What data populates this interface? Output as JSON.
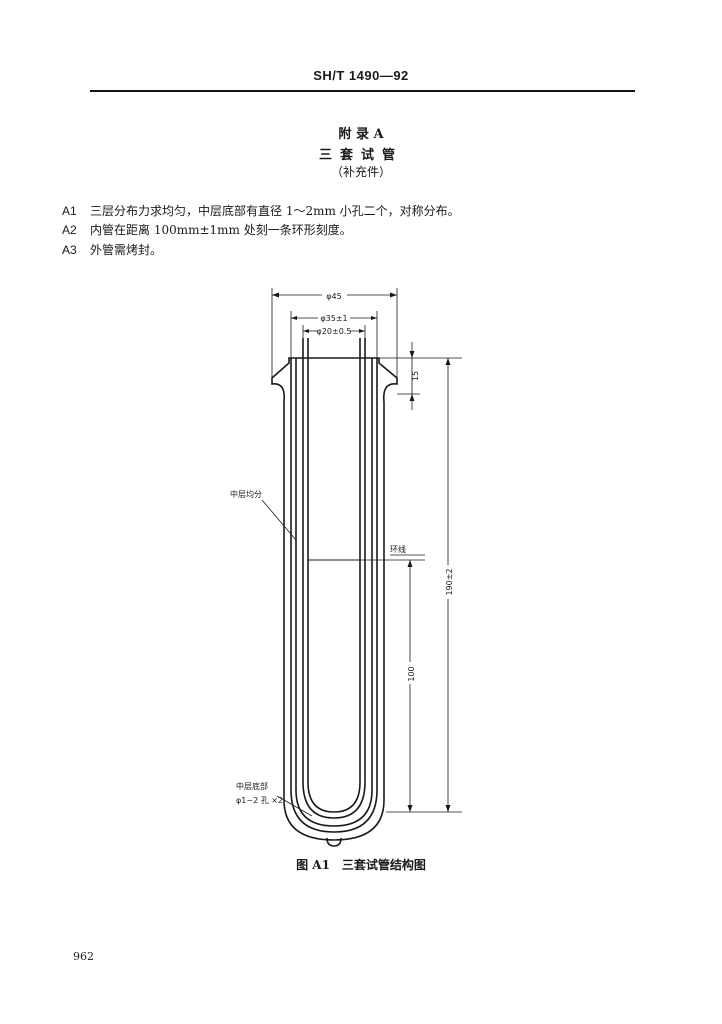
{
  "header": {
    "standard_code": "SH/T 1490—92"
  },
  "appendix": {
    "title": "附 录 A",
    "subtitle": "三套试管",
    "note": "（补充件）"
  },
  "clauses": [
    {
      "num": "A1",
      "text": "三层分布力求均匀，中层底部有直径 1～2mm 小孔二个，对称分布。"
    },
    {
      "num": "A2",
      "text": "内管在距离 100mm±1mm 处刻一条环形刻度。"
    },
    {
      "num": "A3",
      "text": "外管需烤封。"
    }
  ],
  "figure": {
    "dim_outer_diameter": "φ45",
    "dim_middle_diameter": "φ35±1",
    "dim_inner_diameter": "φ20±0.5",
    "dim_flange": "15",
    "dim_total_height": "190±2",
    "dim_ring_height": "100",
    "label_middle_uniform": "中层均分",
    "label_ring_line": "环线",
    "label_middle_bottom_line1": "中层底部",
    "label_middle_bottom_line2": "φ1~2 孔 ×2",
    "caption": "图 A1　三套试管结构图"
  },
  "page_number": "962"
}
